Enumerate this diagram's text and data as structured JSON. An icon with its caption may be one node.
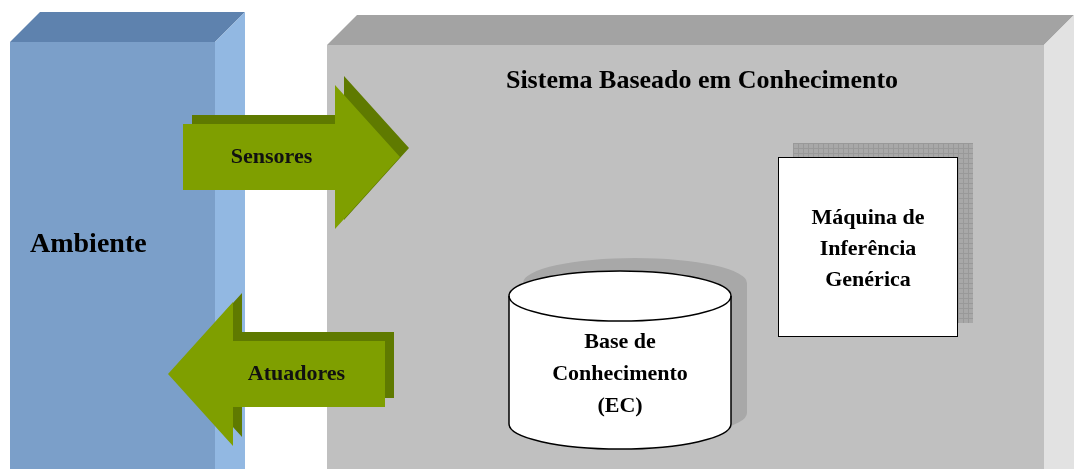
{
  "diagram": {
    "nodes": [
      {
        "text": [
          "Ambiente"
        ]
      },
      {
        "text": [
          "Sistema Baseado em Conhecimento"
        ]
      },
      {
        "text": [
          "Máquina de Inferência Genérica"
        ],
        "in": 1
      },
      {
        "text": [
          "Base de Conhecimento (EC)"
        ],
        "in": 1
      }
    ],
    "edges": [
      {
        "from": 0,
        "to": 1,
        "arrow": "to",
        "label": "Sensores",
        "style": "thick"
      },
      {
        "from": 1,
        "to": 0,
        "arrow": "to",
        "label": "Atuadores",
        "style": "thick"
      }
    ]
  }
}
